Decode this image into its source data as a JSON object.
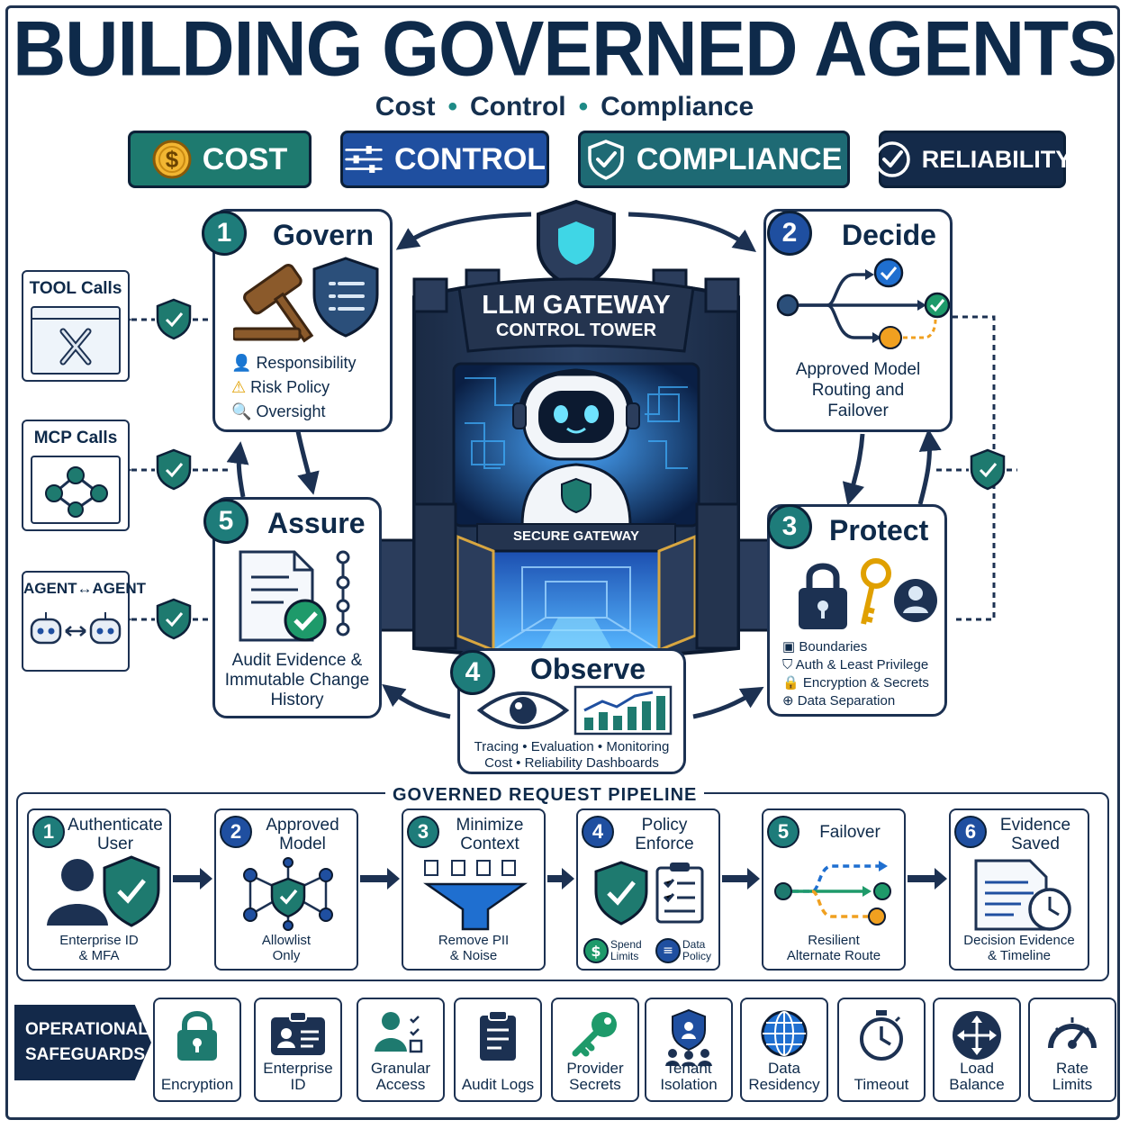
{
  "title": "BUILDING GOVERNED AGENTS",
  "subtitle": [
    "Cost",
    "Control",
    "Compliance"
  ],
  "pillars": [
    {
      "label": "COST",
      "color": "#1e7a6f",
      "icon": "dollar-coin-icon"
    },
    {
      "label": "CONTROL",
      "color": "#1f4fa0",
      "icon": "sliders-icon"
    },
    {
      "label": "COMPLIANCE",
      "color": "#1e6a74",
      "icon": "shield-check-icon"
    },
    {
      "label": "RELIABILITY",
      "color": "#142a49",
      "icon": "check-circle-icon"
    }
  ],
  "sources": [
    {
      "label": "TOOL Calls",
      "icon": "tools-icon"
    },
    {
      "label": "MCP Calls",
      "icon": "network-icon"
    },
    {
      "label": "AGENT↔AGENT",
      "icon": "robots-icon"
    }
  ],
  "gateway": {
    "title": "LLM GATEWAY",
    "subtitle": "CONTROL TOWER",
    "banner": "SECURE GATEWAY"
  },
  "steps": {
    "govern": {
      "num": "1",
      "title": "Govern",
      "items": [
        "Responsibility",
        "Risk Policy",
        "Oversight"
      ]
    },
    "decide": {
      "num": "2",
      "title": "Decide",
      "caption": [
        "Approved Model",
        "Routing and",
        "Failover"
      ]
    },
    "protect": {
      "num": "3",
      "title": "Protect",
      "items": [
        "Boundaries",
        "Auth & Least Privilege",
        "Encryption & Secrets",
        "Data Separation"
      ]
    },
    "observe": {
      "num": "4",
      "title": "Observe",
      "caption": [
        "Tracing • Evaluation • Monitoring",
        "Cost • Reliability Dashboards"
      ]
    },
    "assure": {
      "num": "5",
      "title": "Assure",
      "caption": [
        "Audit Evidence &",
        "Immutable Change",
        "History"
      ]
    }
  },
  "pipeline": {
    "title": "GOVERNED REQUEST PIPELINE",
    "stages": [
      {
        "num": "1",
        "title": [
          "Authenticate",
          "User"
        ],
        "caption": [
          "Enterprise ID",
          "& MFA"
        ]
      },
      {
        "num": "2",
        "title": [
          "Approved",
          "Model"
        ],
        "caption": [
          "Allowlist",
          "Only"
        ]
      },
      {
        "num": "3",
        "title": [
          "Minimize",
          "Context"
        ],
        "caption": [
          "Remove PII",
          "& Noise"
        ]
      },
      {
        "num": "4",
        "title": [
          "Policy",
          "Enforce"
        ],
        "caption": [],
        "sub": [
          [
            "Spend",
            "Limits"
          ],
          [
            "Data",
            "Policy"
          ]
        ]
      },
      {
        "num": "5",
        "title": [
          "Failover"
        ],
        "caption": [
          "Resilient",
          "Alternate Route"
        ]
      },
      {
        "num": "6",
        "title": [
          "Evidence",
          "Saved"
        ],
        "caption": [
          "Decision Evidence",
          "& Timeline"
        ]
      }
    ]
  },
  "safeguards": {
    "label": [
      "OPERATIONAL",
      "SAFEGUARDS"
    ],
    "items": [
      {
        "label": [
          "Encryption"
        ],
        "icon": "lock-icon"
      },
      {
        "label": [
          "Enterprise ID"
        ],
        "icon": "id-card-icon"
      },
      {
        "label": [
          "Granular",
          "Access"
        ],
        "icon": "user-checklist-icon"
      },
      {
        "label": [
          "Audit Logs"
        ],
        "icon": "clipboard-icon"
      },
      {
        "label": [
          "Provider",
          "Secrets"
        ],
        "icon": "key-icon"
      },
      {
        "label": [
          "Tenant",
          "Isolation"
        ],
        "icon": "tenant-shield-icon"
      },
      {
        "label": [
          "Data",
          "Residency"
        ],
        "icon": "globe-icon"
      },
      {
        "label": [
          "Timeout"
        ],
        "icon": "stopwatch-icon"
      },
      {
        "label": [
          "Load",
          "Balance"
        ],
        "icon": "load-balance-icon"
      },
      {
        "label": [
          "Rate",
          "Limits"
        ],
        "icon": "gauge-icon"
      }
    ]
  }
}
